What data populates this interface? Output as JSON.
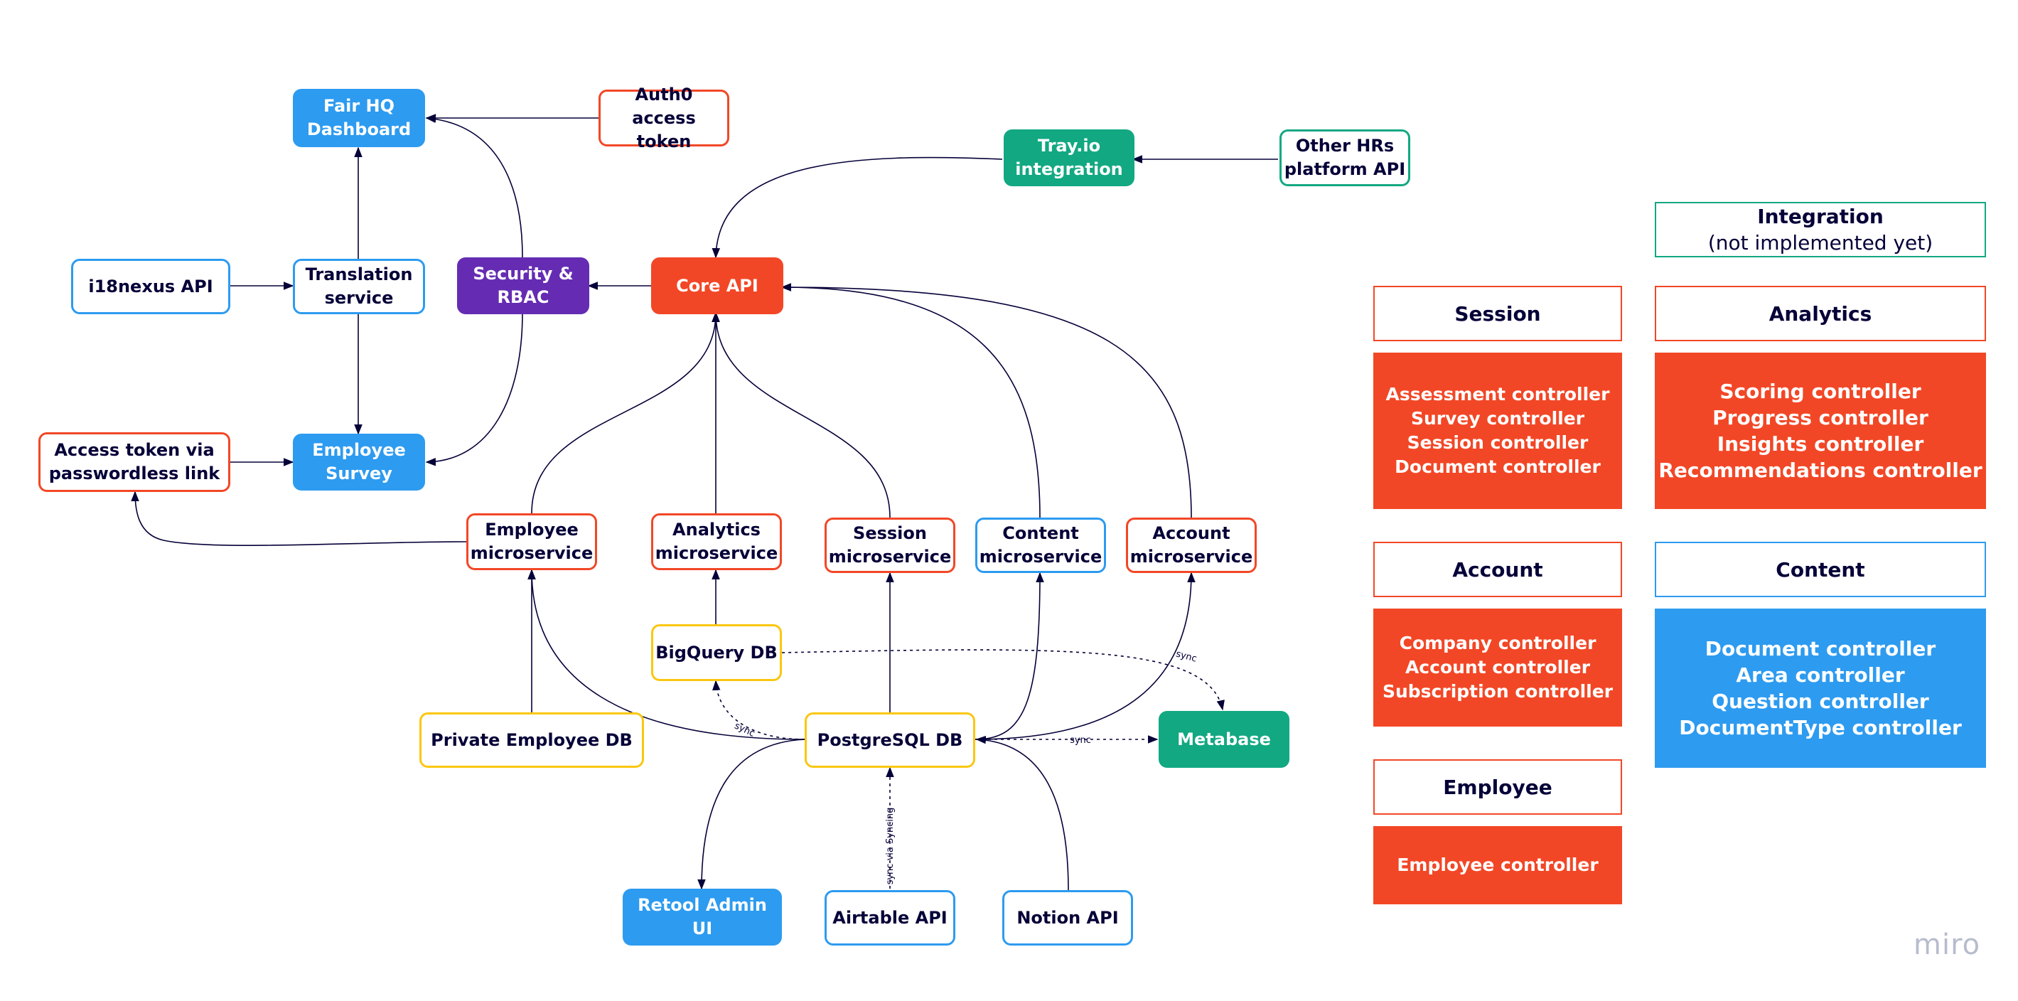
{
  "colors": {
    "red": "#f24726",
    "blue": "#2d9bf0",
    "green": "#12a882",
    "purple": "#652cb3",
    "yellow": "#fac710",
    "ink": "#050038"
  },
  "nodes": {
    "fair_hq": "Fair HQ\nDashboard",
    "auth0": "Auth0 access\ntoken",
    "tray": "Tray.io\nintegration",
    "other_hrs": "Other HRs\nplatform API",
    "i18nexus": "i18nexus API",
    "translation": "Translation\nservice",
    "security": "Security &\nRBAC",
    "core_api": "Core API",
    "access_token": "Access token via\npasswordless link",
    "employee_survey": "Employee\nSurvey",
    "employee_ms": "Employee\nmicroservice",
    "analytics_ms": "Analytics\nmicroservice",
    "session_ms": "Session\nmicroservice",
    "content_ms": "Content\nmicroservice",
    "account_ms": "Account\nmicroservice",
    "bigquery": "BigQuery DB",
    "private_db": "Private Employee DB",
    "postgres": "PostgreSQL DB",
    "metabase": "Metabase",
    "retool": "Retool Admin UI",
    "airtable": "Airtable API",
    "notion": "Notion API"
  },
  "edge_labels": {
    "sync_metabase": "sync",
    "sync_bigquery": "sync",
    "sync_bq_metabase": "sync",
    "sync_airtable": "sync via Syncing"
  },
  "legend": {
    "integration": {
      "title": "Integration",
      "subtitle": "(not implemented yet)"
    },
    "session": {
      "title": "Session",
      "items": [
        "Assessment controller",
        "Survey controller",
        "Session controller",
        "Document controller"
      ]
    },
    "analytics": {
      "title": "Analytics",
      "items": [
        "Scoring controller",
        "Progress controller",
        "Insights controller",
        "Recommendations controller"
      ]
    },
    "account": {
      "title": "Account",
      "items": [
        "Company controller",
        "Account controller",
        "Subscription controller"
      ]
    },
    "content": {
      "title": "Content",
      "items": [
        "Document controller",
        "Area controller",
        "Question controller",
        "DocumentType controller"
      ]
    },
    "employee": {
      "title": "Employee",
      "items": [
        "Employee controller"
      ]
    }
  },
  "watermark": "miro"
}
